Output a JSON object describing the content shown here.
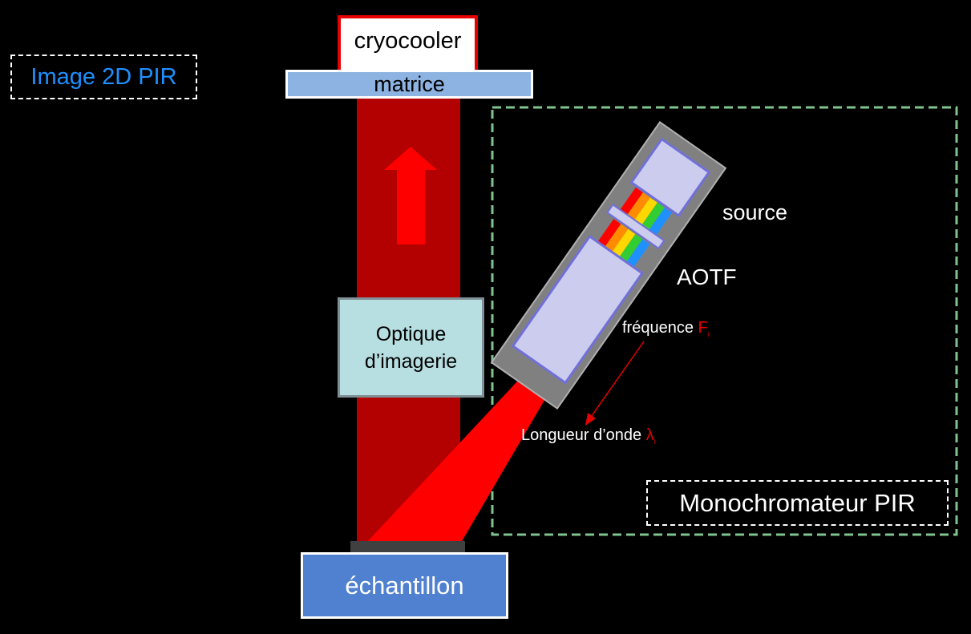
{
  "title_box": {
    "text": "Image 2D PIR",
    "color": "#1e90ff"
  },
  "cryocooler": {
    "text": "cryocooler",
    "border_color": "#e60000"
  },
  "matrice": {
    "text": "matrice",
    "fill": "#8db3e2"
  },
  "optique": {
    "line1": "Optique",
    "line2": "d’imagerie",
    "fill": "#b7dee0"
  },
  "sample": {
    "text": "échantillon",
    "fill": "#4f81d0"
  },
  "monochromator": {
    "text": "Monochromateur PIR",
    "frame_color": "#7fc48f"
  },
  "source": {
    "text": "source"
  },
  "aotf": {
    "text": "AOTF"
  },
  "frequency": {
    "text": "fréquence",
    "symbol": "F",
    "subscript": "i",
    "accent": "#e60000"
  },
  "wavelength": {
    "text": "Longueur d’onde",
    "symbol": "λ",
    "subscript": "i",
    "accent": "#e60000"
  },
  "beam_color": "#b30000",
  "arrow_color": "#ff0000",
  "spectrum_colors": [
    "#ff0000",
    "#ff8c00",
    "#ffd700",
    "#32cd32",
    "#1e90ff"
  ]
}
